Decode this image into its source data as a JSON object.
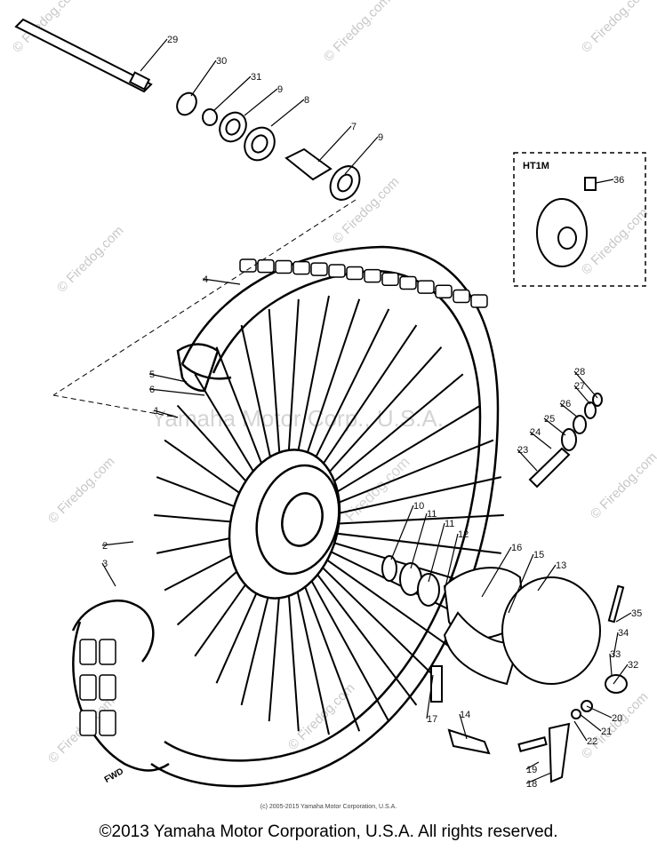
{
  "diagram": {
    "callouts": [
      "1",
      "2",
      "3",
      "4",
      "5",
      "6",
      "7",
      "8",
      "9",
      "9",
      "10",
      "11",
      "11",
      "12",
      "13",
      "14",
      "15",
      "16",
      "17",
      "18",
      "19",
      "20",
      "21",
      "22",
      "23",
      "24",
      "25",
      "26",
      "27",
      "28",
      "29",
      "30",
      "31",
      "32",
      "33",
      "34",
      "35",
      "36",
      "37"
    ],
    "model_box_label": "HT1M",
    "direction_label": "FWD"
  },
  "watermarks": {
    "site": "© Firedog.com",
    "center": "Yamaha Motor Corp., U.S.A.",
    "site_diagonal": "Firedog.com"
  },
  "footer": {
    "fine_print": "(c) 2005-2015 Yamaha Motor Corporation, U.S.A.",
    "copyright": "©2013 Yamaha Motor Corporation, U.S.A. All rights reserved."
  }
}
